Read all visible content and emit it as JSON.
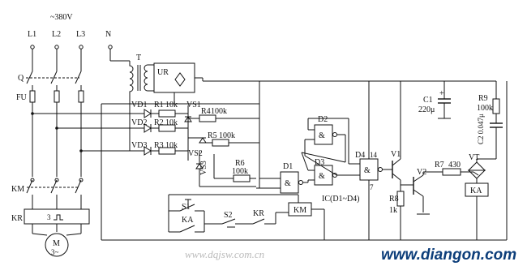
{
  "supply": {
    "voltage": "~380V",
    "phases": [
      "L1",
      "L2",
      "L3",
      "N"
    ]
  },
  "protection": {
    "switch": "Q",
    "fuse": "FU"
  },
  "contactor": {
    "main_contacts": "KM",
    "coil": "KM"
  },
  "thermal_relay": {
    "label": "KR",
    "element_mark": "3"
  },
  "motor": {
    "label": "M",
    "phase_mark": "3~"
  },
  "power_supply": {
    "transformer": "T",
    "rectifier": "UR"
  },
  "sense_channels": [
    {
      "diode": "VD1",
      "resistor": "R1",
      "resistor_value": "10k",
      "zener": "VS1",
      "bias_resistor": "R4",
      "bias_value": "100k"
    },
    {
      "diode": "VD2",
      "resistor": "R2",
      "resistor_value": "10k",
      "zener": "",
      "bias_resistor": "",
      "bias_value": ""
    },
    {
      "diode": "VD3",
      "resistor": "R3",
      "resistor_value": "10k",
      "zener": "VS2",
      "bias_resistor": "R5",
      "bias_value": "100k"
    }
  ],
  "zener_vs3": "VS3",
  "r6": {
    "name": "R6",
    "value": "100k"
  },
  "logic": {
    "gates": [
      "D1",
      "D2",
      "D3",
      "D4"
    ],
    "gate_symbol": "&",
    "ic_label": "IC(D1~D4)",
    "pin_14": "14",
    "pin_7": "7"
  },
  "c1": {
    "name": "C1",
    "value": "220μ"
  },
  "transistors": {
    "v1": "V1",
    "v2": "V2"
  },
  "r7": {
    "name": "R7",
    "value": "430"
  },
  "r8": {
    "name": "R8",
    "value": "1k"
  },
  "r9": {
    "name": "R9",
    "value": "100k"
  },
  "c2": {
    "name": "C2",
    "value": "0.047μ"
  },
  "triac": "VT",
  "relay": {
    "coil": "KA",
    "contact": "KA"
  },
  "buttons": {
    "start": "S1",
    "stop": "S2",
    "overload_contact": "KR"
  },
  "watermark": {
    "faint": "www.dqjsw.com.cn",
    "site": "www.diangon.com"
  }
}
